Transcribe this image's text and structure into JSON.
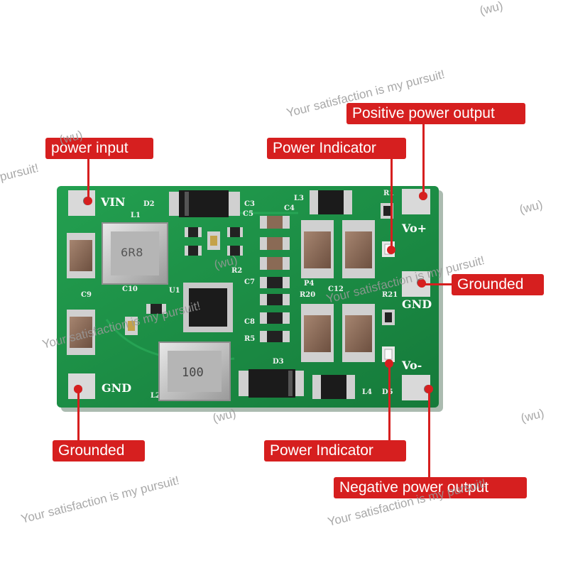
{
  "callouts": {
    "power_input": "power input",
    "power_indicator_top": "Power Indicator",
    "positive_output": "Positive power output",
    "grounded_right": "Grounded",
    "grounded_left": "Grounded",
    "power_indicator_bottom": "Power Indicator",
    "negative_output": "Negative power output"
  },
  "watermarks": {
    "satisfaction": "Your satisfaction is my pursuit!",
    "pursuit_fragment": "pursuit!",
    "wu": "(wu)",
    "wu_fragment": "(wu)"
  },
  "silkscreen": {
    "vin": "VIN",
    "gnd_left": "GND",
    "vo_plus": "Vo+",
    "gnd_right": "GND",
    "vo_minus": "Vo-",
    "inductor_top": "6R8",
    "inductor_bottom": "100",
    "ref_d2": "D2",
    "ref_l1": "L1",
    "ref_l2": "L2",
    "ref_l3": "L3",
    "ref_l4": "L4",
    "ref_d3": "D3",
    "ref_d5": "D5",
    "ref_u1": "U1",
    "ref_c3": "C3",
    "ref_c4": "C4",
    "ref_c5": "C5",
    "ref_c7": "C7",
    "ref_c8": "C8",
    "ref_c9": "C9",
    "ref_c10": "C10",
    "ref_c12": "C12",
    "ref_r1": "R1",
    "ref_r2": "R2",
    "ref_r5": "R5",
    "ref_r20": "R20",
    "ref_r21": "R21",
    "ref_p4": "P4"
  },
  "colors": {
    "callout_red": "#d61f1f",
    "pcb_green": "#1f8f46",
    "pcb_dark_green": "#166b34",
    "pad_silver": "#c9c9c9",
    "capacitor_brown": "#8a6a55",
    "ic_black": "#1b1b1b"
  }
}
